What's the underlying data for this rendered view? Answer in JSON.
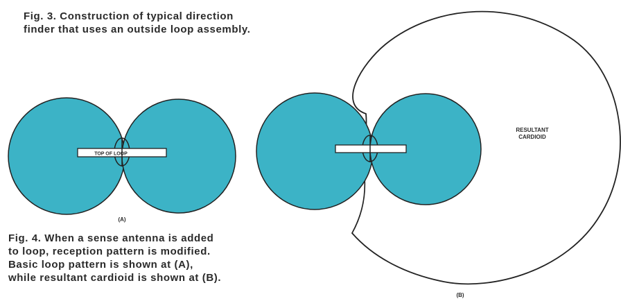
{
  "captions": {
    "fig3": [
      "Fig. 3.  Construction of typical direction",
      "finder that uses an outside loop assembly."
    ],
    "fig4": [
      "Fig. 4.  When a sense antenna is added",
      "to loop, reception pattern is modified.",
      "Basic loop pattern is shown at (A),",
      "while resultant cardioid is shown at (B)."
    ]
  },
  "diagram_a": {
    "loop_label": "TOP OF LOOP",
    "panel_label": "(A)"
  },
  "diagram_b": {
    "cardioid_label": [
      "RESULTANT",
      "CARDIOID"
    ],
    "panel_label": "(B)"
  },
  "colors": {
    "lobe_fill": "#3cb3c6",
    "outline": "#222222",
    "bar_fill": "#ffffff",
    "text": "#2a2a2a"
  }
}
